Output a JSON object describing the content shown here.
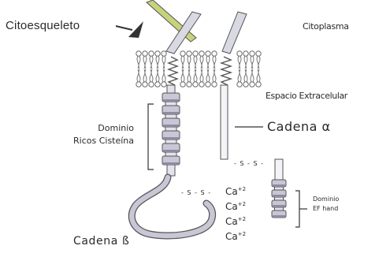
{
  "labels": {
    "citoesqueleto": "Citoesqueleto",
    "citoplasma": "Citoplasma",
    "espacio_extracelular": "Espacio Extracelular",
    "cadena_alfa": "Cadena α",
    "dominio_cisteina": [
      "Dominio",
      "Ricos Cisteína"
    ],
    "dominio_ef": [
      "Dominio",
      "EF hand"
    ],
    "cadena_beta": "Cadena ß",
    "calcium": "Ca",
    "calcium_charge": "+2",
    "disulfide": "- S - S -"
  },
  "colors": {
    "stroke": "#555555",
    "membrane": "#6a6a6a",
    "filament_fill": "#c8d27a",
    "segment_fill": "#c9c6d6",
    "segment_shade": "#8e8aa3"
  }
}
